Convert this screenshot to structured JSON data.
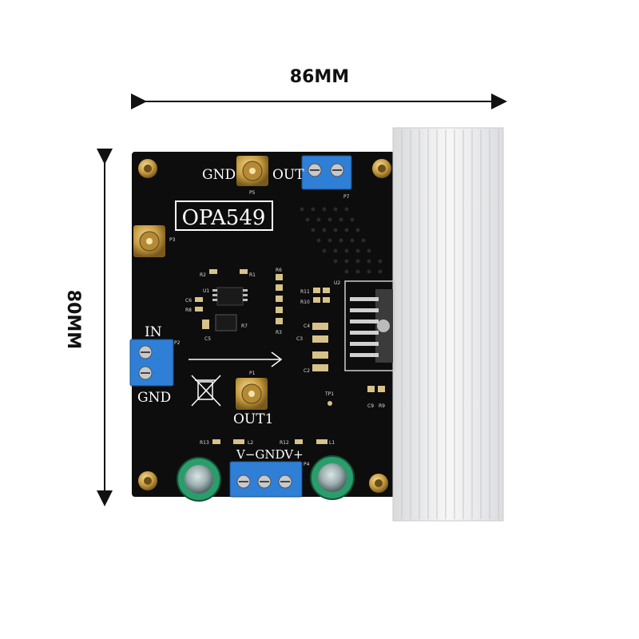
{
  "dimensions": {
    "width_label": "86MM",
    "height_label": "80MM"
  },
  "board": {
    "chip_label": "OPA549",
    "top_left_label": "GND",
    "top_right_label": "OUT",
    "input_label": "IN",
    "input_gnd_label": "GND",
    "output_label": "OUT1",
    "power_label": "V−GNDV+",
    "designators": {
      "p5": "P5",
      "p7": "P7",
      "p3": "P3",
      "p2": "P2",
      "p1": "P1",
      "p4": "P4",
      "u1": "U1",
      "u2": "U2",
      "r1": "R1",
      "r2": "R2",
      "r3": "R3",
      "r6": "R6",
      "r7": "R7",
      "r8": "R8",
      "r9": "R9",
      "r10": "R10",
      "r11": "R11",
      "r12": "R12",
      "r13": "R13",
      "c2": "C2",
      "c3": "C3",
      "c4": "C4",
      "c5": "C5",
      "c6": "C6",
      "c9": "C9",
      "l1": "L1",
      "l2": "L2",
      "tp1": "TP1"
    },
    "colors": {
      "pcb": "#0d0d0d",
      "terminal_blue": "#2f7fd6",
      "heatsink": "#e9eaec",
      "brass": "#c8a04a"
    }
  }
}
